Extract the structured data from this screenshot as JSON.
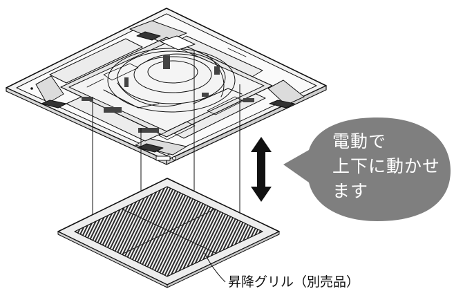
{
  "bubble": {
    "line1": "電動で",
    "line2": "上下に動かせ",
    "line3": "ます",
    "fill_color": "#7f7f7f",
    "text_color": "#ffffff"
  },
  "caption": {
    "text": "昇降グリル（別売品）"
  },
  "arrow": {
    "icon": "double-headed-vertical-arrow",
    "color": "#111111"
  },
  "illustration": {
    "upper": "ceiling-cassette-unit-icon",
    "lower": "lifting-grille-panel-icon"
  }
}
